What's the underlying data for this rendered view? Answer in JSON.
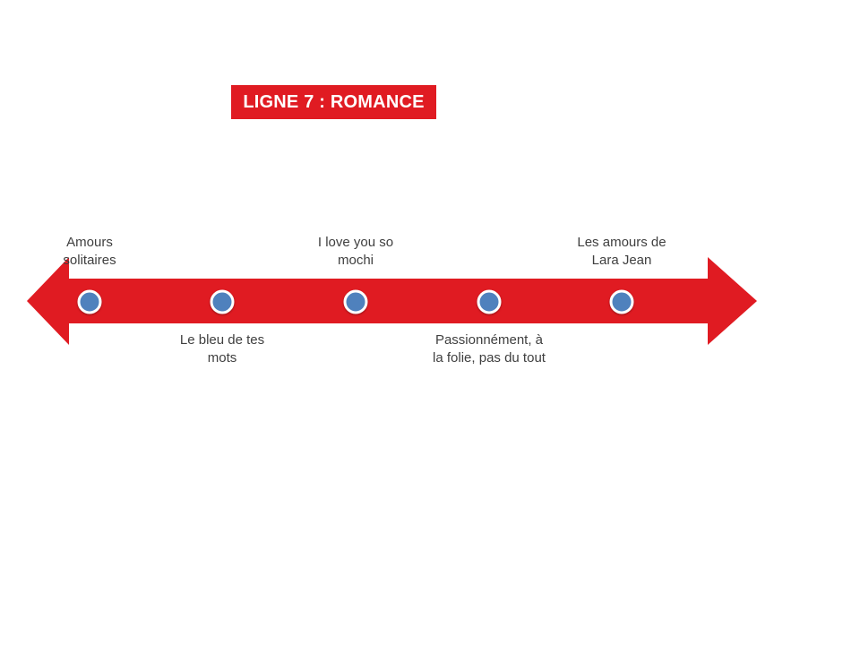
{
  "banner": {
    "label": "LIGNE 7 : ROMANCE"
  },
  "colors": {
    "accent_red": "#e01b22",
    "dot_blue": "#4f81bd",
    "dot_ring": "#ffffff",
    "label_text": "#3f3f3f"
  },
  "timeline": {
    "stops": [
      {
        "label": "Amours solitaires",
        "position": "above"
      },
      {
        "label": "Le bleu de tes mots",
        "position": "below"
      },
      {
        "label": "I love you so mochi",
        "position": "above"
      },
      {
        "label": "Passionnément, à la folie, pas du tout",
        "position": "below"
      },
      {
        "label": "Les amours de Lara Jean",
        "position": "above"
      }
    ]
  }
}
